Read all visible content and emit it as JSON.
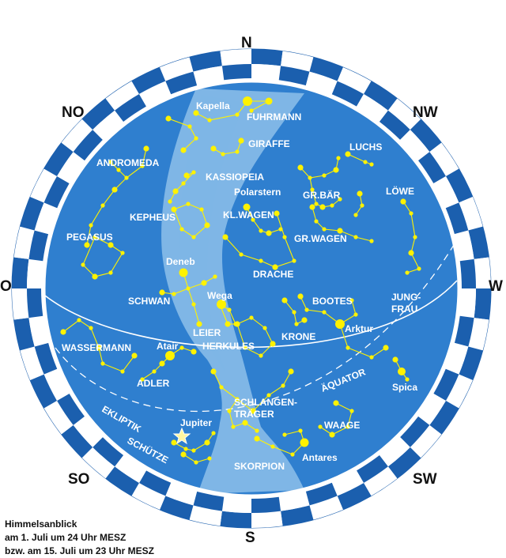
{
  "directions": {
    "n": "N",
    "s": "S",
    "o": "O",
    "w": "W",
    "no": "NO",
    "nw": "NW",
    "so": "SO",
    "sw": "SW"
  },
  "caption": {
    "line1": "Himmelsanblick",
    "line2": "am 1. Juli um 24 Uhr MESZ",
    "line3": "bzw. am 15. Juli um 23 Uhr MESZ"
  },
  "colors": {
    "sky": "#2f7fcf",
    "milky_way": "#7fb6e6",
    "ring_dark": "#1b5fae",
    "ring_light": "#ffffff",
    "star": "#fff200",
    "line": "#fff200",
    "label": "#ffffff"
  },
  "labels": {
    "kapella": "Kapella",
    "fuhrmann": "FUHRMANN",
    "giraffe": "GIRAFFE",
    "luchs": "LUCHS",
    "andromeda": "ANDROMEDA",
    "kassiopeia": "KASSIOPEIA",
    "polarstern": "Polarstern",
    "grbaer": "GR.BÄR",
    "loewe": "LÖWE",
    "kepheus": "KEPHEUS",
    "klwagen": "KL.WAGEN",
    "pegasus": "PEGASUS",
    "grwagen": "GR.WAGEN",
    "deneb": "Deneb",
    "drache": "DRACHE",
    "wega": "Wega",
    "schwan": "SCHWAN",
    "bootes": "BOOTES",
    "jung": "JUNG-",
    "frau": "FRAU",
    "leier": "LEIER",
    "arktur": "Arktur",
    "krone": "KRONE",
    "wassermann": "WASSERMANN",
    "atair": "Atair",
    "herkules": "HERKULES",
    "aequator": "ÄQUATOR",
    "adler": "ADLER",
    "spica": "Spica",
    "schlangen": "SCHLANGEN-",
    "traeger": "TRÄGER",
    "ekliptik": "EKLIPTIK",
    "waage": "WAAGE",
    "jupiter": "Jupiter",
    "schuetze": "SCHÜTZE",
    "skorpion": "SKORPION",
    "antares": "Antares"
  }
}
